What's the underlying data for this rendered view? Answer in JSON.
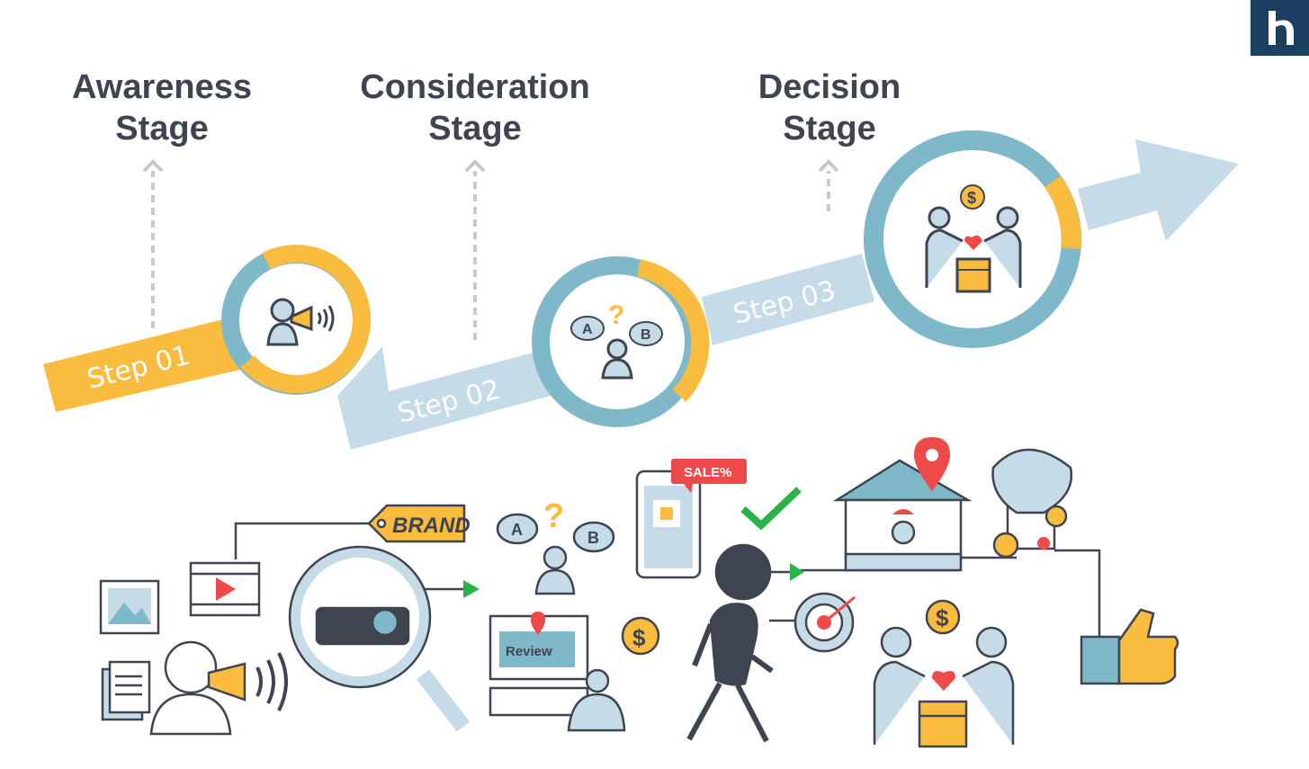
{
  "stages": [
    {
      "line1": "Awareness",
      "line2": "Stage"
    },
    {
      "line1": "Consideration",
      "line2": "Stage"
    },
    {
      "line1": "Decision",
      "line2": "Stage"
    }
  ],
  "steps": [
    "Step 01",
    "Step 02",
    "Step 03"
  ],
  "illustration": {
    "brand_tag": "BRAND",
    "option_a": "A",
    "option_b": "B",
    "sale_badge": "SALE%",
    "review_label": "Review",
    "currency": "$"
  },
  "colors": {
    "yellow": "#f9bc3e",
    "teal": "#7fb8c8",
    "light_blue": "#c5dbe8",
    "dark": "#3e4450",
    "red": "#ef4a4a",
    "green": "#2bb34a",
    "navy": "#1b3f5e"
  },
  "icons": [
    "megaphone-icon",
    "question-icon",
    "handshake-icon",
    "logo-icon"
  ]
}
